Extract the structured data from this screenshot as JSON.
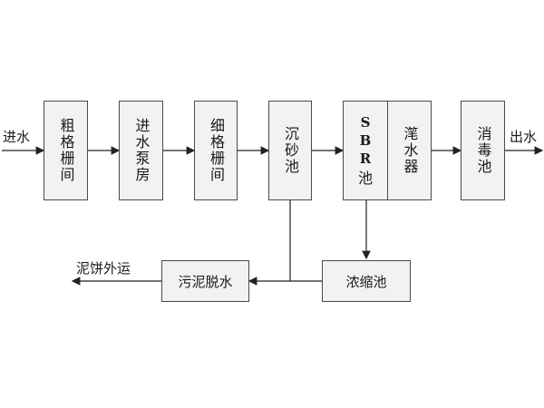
{
  "inlet_label": "进水",
  "outlet_label": "出水",
  "sludge_out_label": "泥饼外运",
  "units": {
    "coarse_screen": "粗格栅间",
    "inlet_pump": "进水泵房",
    "fine_screen": "细格栅间",
    "grit_chamber": "沉砂池",
    "sbr_latin": [
      "S",
      "B",
      "R"
    ],
    "sbr_cn": "池",
    "decanter": "滗水器",
    "disinfection": "消毒池",
    "thickener": "浓缩池",
    "dewatering": "污泥脱水"
  },
  "colors": {
    "line": "#222222",
    "box_border": "#4a4a4a",
    "box_fill": "#f2f2f2"
  }
}
